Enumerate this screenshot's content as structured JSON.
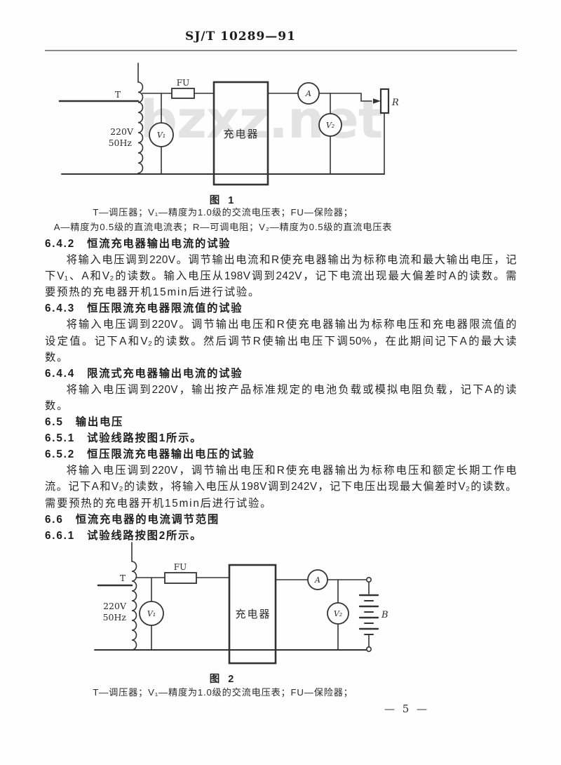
{
  "page": {
    "header": "SJ/T 10289—91",
    "page_number": "— 5 —",
    "watermark": "bzxz.net"
  },
  "figure1": {
    "caption": "图 1",
    "legend_line1": "T—调压器；V₁—精度为1.0级的交流电压表；FU—保险器；",
    "legend_line2": "A—精度为0.5级的直流电流表；R—可调电阻；V₂—精度为0.5级的直流电压表",
    "labels": {
      "transformer": "T",
      "voltage": "220V",
      "frequency": "50Hz",
      "fuse": "FU",
      "voltmeter1": "V₁",
      "charger": "充电器",
      "ammeter": "A",
      "voltmeter2": "V₂",
      "resistor": "R"
    }
  },
  "figure2": {
    "caption": "图 2",
    "legend_line1": "T—调压器；V₁—精度为1.0级的交流电压表；FU—保险器；",
    "labels": {
      "transformer": "T",
      "voltage": "220V",
      "frequency": "50Hz",
      "fuse": "FU",
      "voltmeter1": "V₁",
      "charger": "充电器",
      "ammeter": "A",
      "voltmeter2": "V₂",
      "battery": "B"
    }
  },
  "body": {
    "lines": [
      {
        "style": "heading",
        "text": "6.4.2　恒流充电器输出电流的试验"
      },
      {
        "style": "para indent fill",
        "text": "将输入电压调到220V。调节输出电流和R使充电器输出为标称电流和最大输出电压，记"
      },
      {
        "style": "para fill",
        "text": "下V₁、A和V₂的读数。输入电压从198V调到242V，记下电流出现最大偏差时A的读数。需"
      },
      {
        "style": "para",
        "text": "要预热的充电器开机15min后进行试验。"
      },
      {
        "style": "heading",
        "text": "6.4.3　恒压限流充电器限流值的试验"
      },
      {
        "style": "para indent fill",
        "text": "将输入电压调到220V。调节输出电压和R使充电器输出为标称电压和充电器限流值的"
      },
      {
        "style": "para fill",
        "text": "设定值。记下A和V₂的读数。然后调节R使输出电压下调50%，在此期间记下A的最大读"
      },
      {
        "style": "para",
        "text": "数。"
      },
      {
        "style": "heading",
        "text": "6.4.4　限流式充电器输出电流的试验"
      },
      {
        "style": "para indent fill",
        "text": "将输入电压调到220V，输出按产品标准规定的电池负载或模拟电阻负载，记下A的读"
      },
      {
        "style": "para",
        "text": "数。"
      },
      {
        "style": "heading",
        "text": "6.5　输出电压"
      },
      {
        "style": "heading",
        "text": "6.5.1　试验线路按图1所示。"
      },
      {
        "style": "heading",
        "text": "6.5.2　恒压限流充电器输出电压的试验"
      },
      {
        "style": "para indent fill",
        "text": "将输入电压调到220V，调节输出电压和R使充电器输出为标称电压和额定长期工作电"
      },
      {
        "style": "para fill",
        "text": "流。记下A和V₂的读数，将输入电压从198V调到242V，记下电压出现最大偏差时V₂的读数。"
      },
      {
        "style": "para",
        "text": "需要预热的充电器开机15min后进行试验。"
      },
      {
        "style": "heading",
        "text": "6.6　恒流充电器的电流调节范围"
      },
      {
        "style": "heading",
        "text": "6.6.1　试验线路按图2所示。"
      }
    ]
  }
}
